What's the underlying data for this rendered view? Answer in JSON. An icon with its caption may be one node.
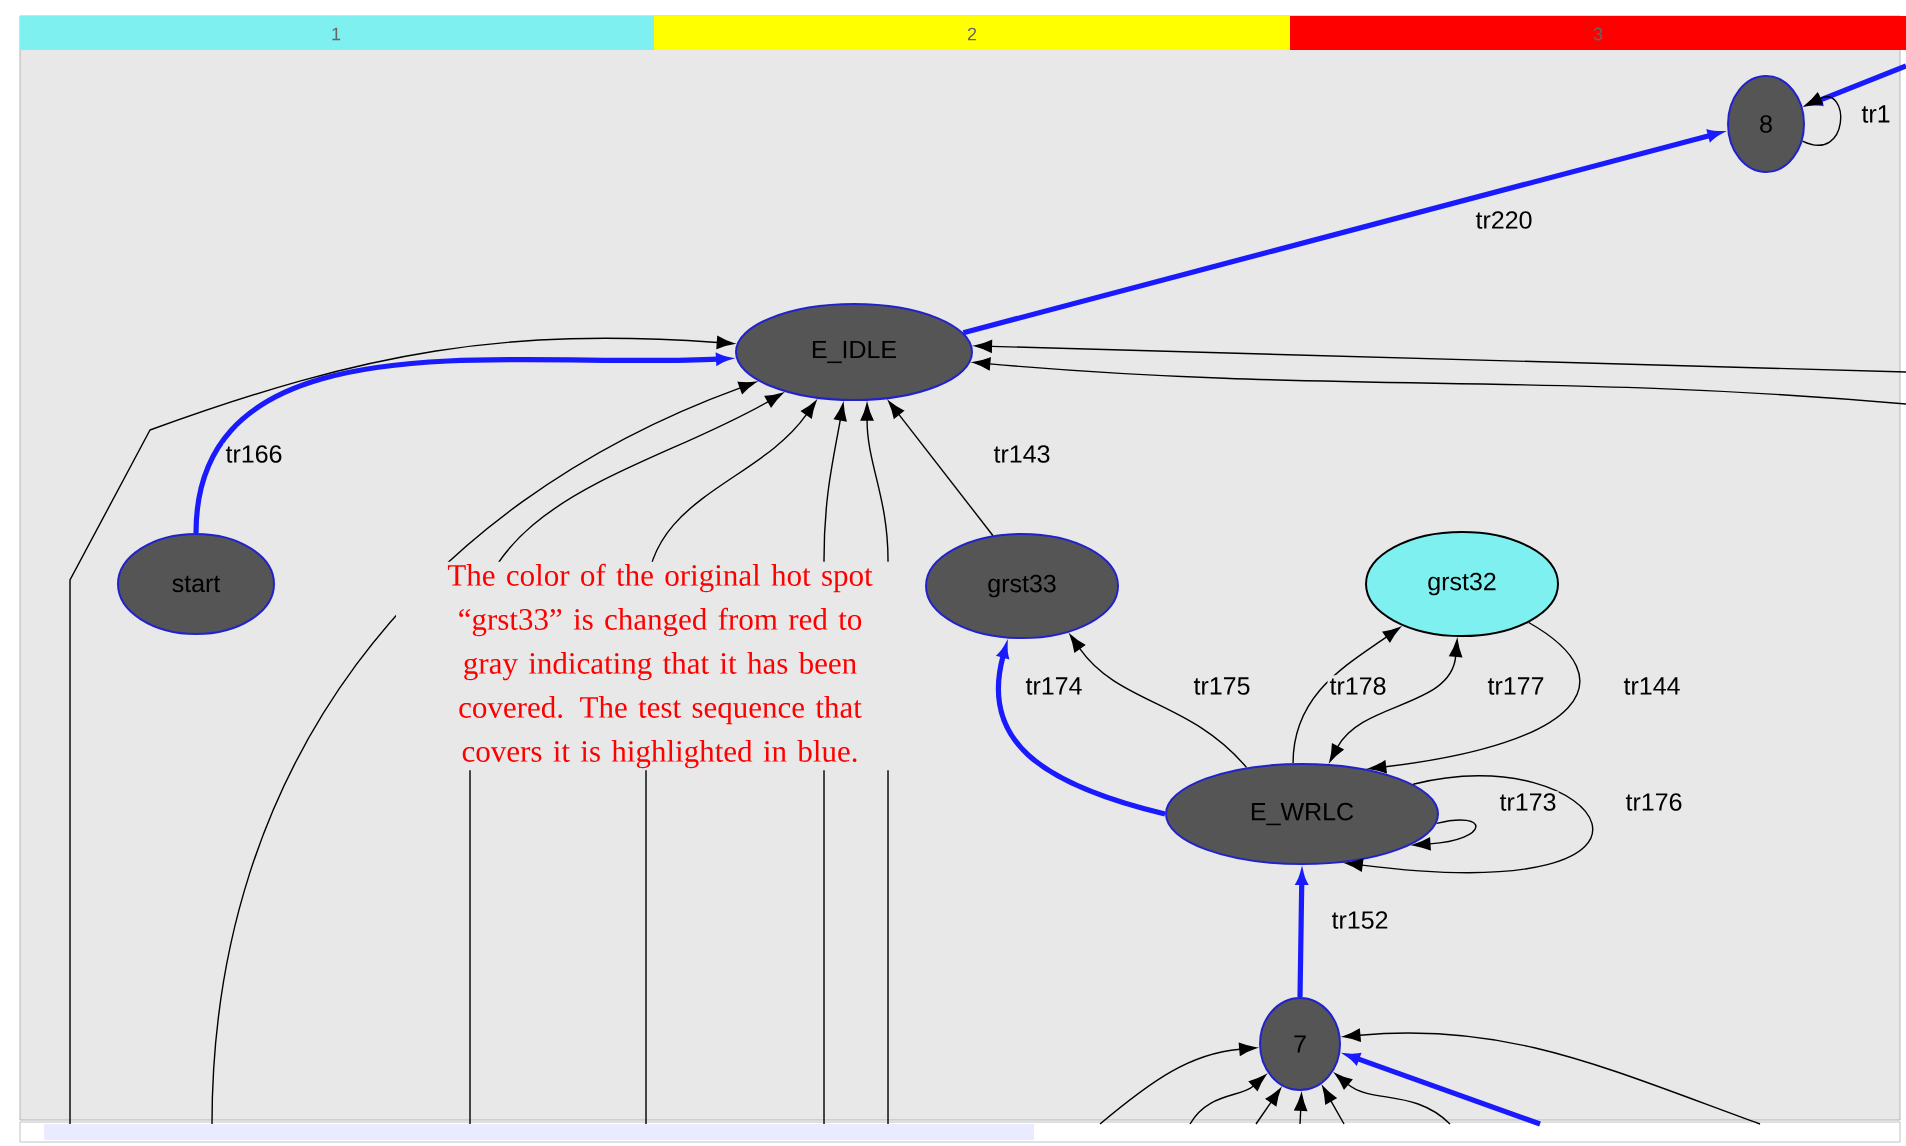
{
  "diagram": {
    "nodes": [
      {
        "text": [
          "8"
        ]
      },
      {
        "text": [
          "E_IDLE"
        ]
      },
      {
        "text": [
          "start"
        ]
      },
      {
        "text": [
          "grst33"
        ]
      },
      {
        "text": [
          "grst32"
        ]
      },
      {
        "text": [
          "E_WRLC"
        ]
      },
      {
        "text": [
          "7"
        ]
      }
    ],
    "edges": [
      {
        "from": 1,
        "to": 0,
        "label": "tr220",
        "arrow": "to",
        "style": "thick",
        "color": "#1a1aff"
      },
      {
        "from": null,
        "to": 0,
        "arrow": "to",
        "style": "thick",
        "color": "#1a1aff"
      },
      {
        "from": 0,
        "to": 0,
        "label": "tr1",
        "arrow": "to"
      },
      {
        "from": 2,
        "to": 1,
        "label": "tr166",
        "arrow": "to",
        "style": "thick",
        "color": "#1a1aff"
      },
      {
        "from": null,
        "to": 1,
        "arrow": "to"
      },
      {
        "from": null,
        "to": 1,
        "arrow": "to"
      },
      {
        "from": null,
        "to": 1,
        "arrow": "to"
      },
      {
        "from": null,
        "to": 1,
        "arrow": "to"
      },
      {
        "from": null,
        "to": 1,
        "arrow": "to"
      },
      {
        "from": null,
        "to": 1,
        "arrow": "to"
      },
      {
        "from": null,
        "to": 1,
        "arrow": "to"
      },
      {
        "from": null,
        "to": 1,
        "arrow": "to"
      },
      {
        "from": 3,
        "to": 1,
        "label": "tr143",
        "arrow": "to"
      },
      {
        "from": 5,
        "to": 3,
        "label": "tr174",
        "arrow": "to",
        "style": "thick",
        "color": "#1a1aff"
      },
      {
        "from": 5,
        "to": 3,
        "label": "tr175",
        "arrow": "to"
      },
      {
        "from": 5,
        "to": 4,
        "label": "tr178",
        "arrow": "to"
      },
      {
        "from": 5,
        "to": 4,
        "label": "tr177",
        "arrow": "both"
      },
      {
        "from": 4,
        "to": 5,
        "label": "tr144",
        "arrow": "to"
      },
      {
        "from": 5,
        "to": 5,
        "label": "tr173",
        "arrow": "to"
      },
      {
        "from": 5,
        "to": 5,
        "label": "tr176",
        "arrow": "to"
      },
      {
        "from": 6,
        "to": 5,
        "label": "tr152",
        "arrow": "to",
        "style": "thick",
        "color": "#1a1aff"
      },
      {
        "from": null,
        "to": 6,
        "arrow": "to"
      },
      {
        "from": null,
        "to": 6,
        "arrow": "to"
      },
      {
        "from": null,
        "to": 6,
        "arrow": "to"
      },
      {
        "from": null,
        "to": 6,
        "arrow": "to"
      },
      {
        "from": null,
        "to": 6,
        "arrow": "to"
      },
      {
        "from": null,
        "to": 6,
        "arrow": "to"
      },
      {
        "from": null,
        "to": 6,
        "arrow": "to",
        "style": "thick",
        "color": "#1a1aff"
      },
      {
        "from": null,
        "to": 6,
        "arrow": "to"
      }
    ],
    "labels": [
      "1",
      "2",
      "3",
      "The color of the original hot spot “grst33” is changed from red to gray indicating that it has been covered. The test sequence that covers it is highlighted in blue."
    ]
  }
}
